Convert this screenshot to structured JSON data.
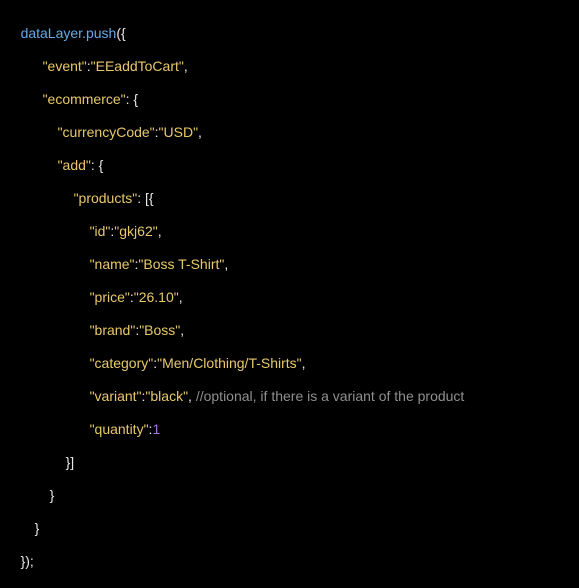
{
  "colors": {
    "background": "#000000",
    "identifier": "#66a9e6",
    "string": "#e8c86a",
    "punctuation": "#e8e8e8",
    "comment": "#8f8f8f",
    "number": "#a875e0"
  },
  "code": {
    "l1": {
      "ident": "dataLayer.push",
      "punct": "({"
    },
    "l2": {
      "key": "\"event\"",
      "colon": ":",
      "value": "\"EEaddToCart\"",
      "comma": ","
    },
    "l3": {
      "key": "\"ecommerce\"",
      "rest": ": {"
    },
    "l4": {
      "key": "\"currencyCode\"",
      "colon": ":",
      "value": "\"USD\"",
      "comma": ","
    },
    "l5": {
      "key": "\"add\"",
      "rest": ": {"
    },
    "l6": {
      "key": "\"products\"",
      "rest": ": [{"
    },
    "l7": {
      "key": "\"id\"",
      "colon": ":",
      "value": "\"gkj62\"",
      "comma": ","
    },
    "l8": {
      "key": "\"name\"",
      "colon": ":",
      "value": "\"Boss T-Shirt\"",
      "comma": ","
    },
    "l9": {
      "key": "\"price\"",
      "colon": ":",
      "value": "\"26.10\"",
      "comma": ","
    },
    "l10": {
      "key": "\"brand\"",
      "colon": ":",
      "value": "\"Boss\"",
      "comma": ","
    },
    "l11": {
      "key": "\"category\"",
      "colon": ":",
      "value": "\"Men/Clothing/T-Shirts\"",
      "comma": ","
    },
    "l12": {
      "key": "\"variant\"",
      "colon": ":",
      "value": "\"black\"",
      "comma": ",",
      "comment": " //optional, if there is a variant of the product"
    },
    "l13": {
      "key": "\"quantity\"",
      "colon": ":",
      "value": "1"
    },
    "l14": {
      "text": "}]"
    },
    "l15": {
      "text": "}"
    },
    "l16": {
      "text": "}"
    },
    "l17": {
      "text": "});"
    }
  }
}
